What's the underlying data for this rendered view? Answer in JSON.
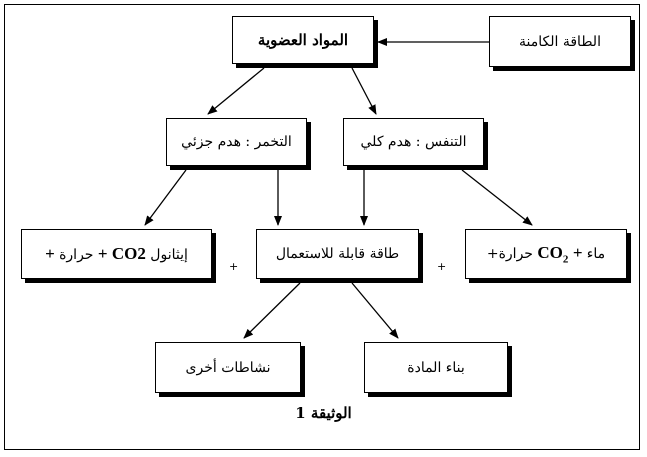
{
  "diagram": {
    "organic_matter": "المواد العضوية",
    "potential_energy": "الطاقة الكامنة",
    "fermentation": "التخمر : هدم جزئي",
    "respiration": "التنفس : هدم كلي",
    "fermentation_products": {
      "plus_a": "+ ",
      "heat": "حرارة ",
      "plus_b": "+ ",
      "co2": "CO2",
      "ethanol": "إيثانول"
    },
    "usable_energy": "طاقة قابلة للاستعمال",
    "respiration_products": {
      "water": "ماء ",
      "plus": "+ ",
      "co2_main": "CO",
      "co2_sub": "2",
      "heat": " +حرارة"
    },
    "plus_sign": "+",
    "other_activities": "نشاطات أخرى",
    "matter_building": "بناء المادة",
    "caption": "الوثيقة 1"
  }
}
